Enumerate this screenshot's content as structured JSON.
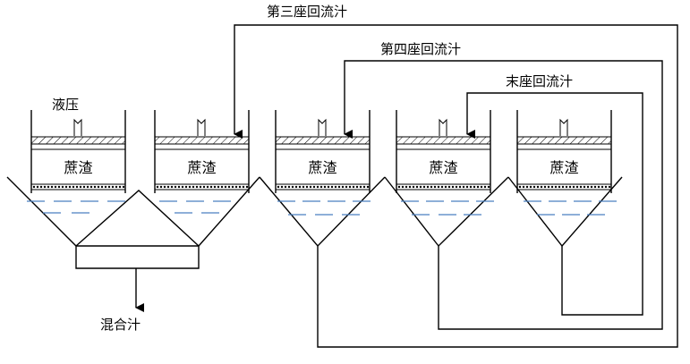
{
  "labels": {
    "pressure": "液压",
    "mixed_juice": "混合汁",
    "third_return": "第三座回流汁",
    "fourth_return": "第四座回流汁",
    "last_return": "末座回流汁"
  },
  "units": [
    {
      "label": "蔗渣"
    },
    {
      "label": "蔗渣"
    },
    {
      "label": "蔗渣"
    },
    {
      "label": "蔗渣"
    },
    {
      "label": "蔗渣"
    }
  ],
  "colors": {
    "line": "#000000",
    "liquid": "#4a7fc0",
    "hatch": "#000000"
  }
}
